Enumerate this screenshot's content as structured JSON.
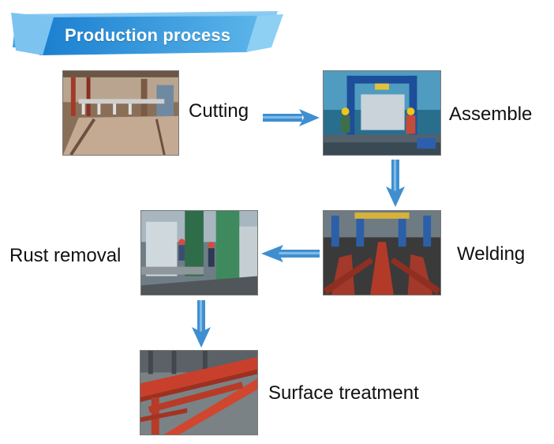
{
  "header": {
    "title": "Production process"
  },
  "steps": [
    {
      "id": "cutting",
      "label": "Cutting"
    },
    {
      "id": "assemble",
      "label": "Assemble"
    },
    {
      "id": "welding",
      "label": "Welding"
    },
    {
      "id": "rust",
      "label": "Rust removal"
    },
    {
      "id": "surface",
      "label": "Surface treatment"
    }
  ],
  "colors": {
    "banner_light": "#5fb4ea",
    "banner_dark": "#1f86d3",
    "arrow": "#3f8fd0",
    "steel_red": "#c8402b"
  },
  "icons": {
    "arrow_right": "arrow-right-icon",
    "arrow_down": "arrow-down-icon",
    "arrow_left": "arrow-left-icon"
  }
}
